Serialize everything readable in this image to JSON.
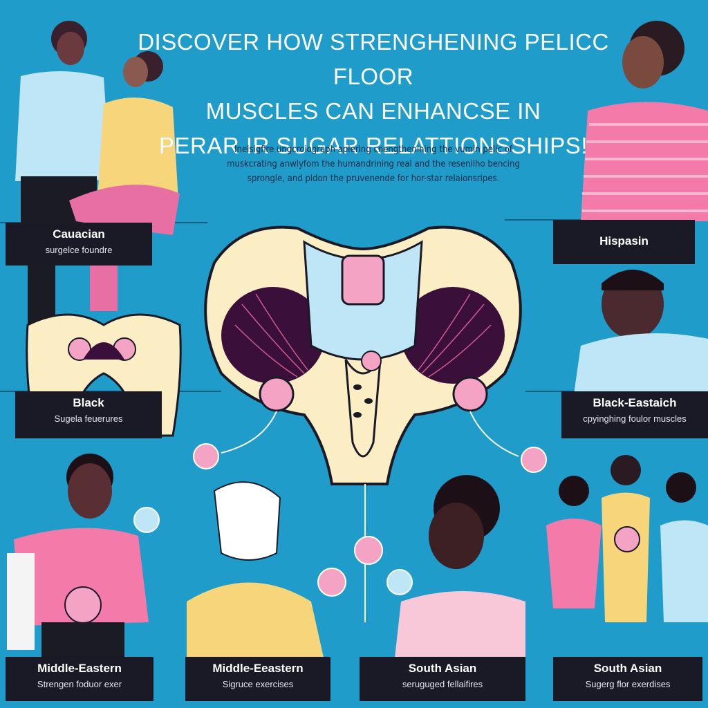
{
  "header": {
    "line1": "Discover how strenghening pelicc floor",
    "line2": "muscles can enhancse in",
    "line3": "perar ir sugar relattionsships!"
  },
  "subtext": {
    "line1": "Inelsigfire ungcroiograph aplering cnengthenining the vumin pelic of",
    "line2": "muskcrating anwlyfom the humandrining real and the resenilho bencing",
    "line3": "sprongle, and pldon the pruvenende for hor-star relaionsripes."
  },
  "labels": {
    "caucasian": {
      "name": "Cauacian",
      "sub": "surgelce foundre"
    },
    "hispanic": {
      "name": "Hispasin",
      "sub": ""
    },
    "black_left": {
      "name": "Black",
      "sub": "Sugela feuerures"
    },
    "black_eastern": {
      "name": "Black-Eastaich",
      "sub": "cpyinghing foulor muscles"
    },
    "middle_eastern_1": {
      "name": "Middle-Eastern",
      "sub": "Strengen foduor exer"
    },
    "middle_eastern_2": {
      "name": "Middle-Eeastern",
      "sub": "Sigruce exercises"
    },
    "south_asian_1": {
      "name": "South Asian",
      "sub": "seruguged fellaifires"
    },
    "south_asian_2": {
      "name": "South Asian",
      "sub": "Sugerg flor exerdises"
    }
  },
  "colors": {
    "background": "#1f9cc9",
    "bone": "#fbedc4",
    "muscle_dark": "#3a0f3a",
    "accent_pink": "#f36fa6",
    "shirt_blue": "#bfe6f6",
    "shirt_yellow": "#f7d57a",
    "label_bg": "#1a1a26"
  }
}
